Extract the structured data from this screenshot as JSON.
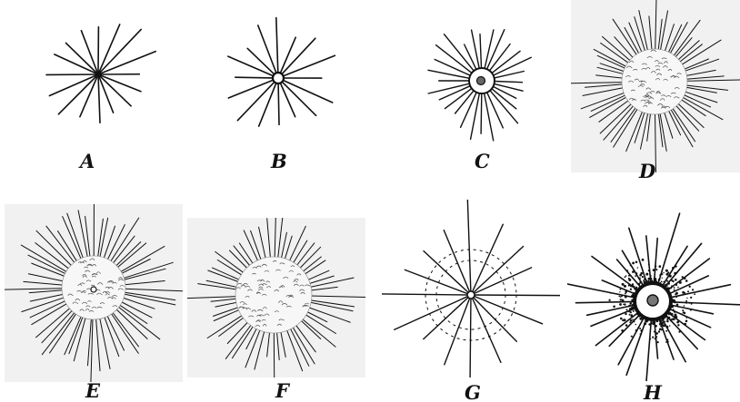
{
  "figure": {
    "panels": [
      {
        "label": "A",
        "style": "center-point",
        "ray_count": 16
      },
      {
        "label": "B",
        "style": "small-ring",
        "ray_count": 16
      },
      {
        "label": "C",
        "style": "open-ring-nucleus",
        "ray_count": 28
      },
      {
        "label": "D",
        "style": "granular-body",
        "ray_count": 60
      },
      {
        "label": "E",
        "style": "granular-body-nucleus",
        "ray_count": 56
      },
      {
        "label": "F",
        "style": "granular-body",
        "ray_count": 56
      },
      {
        "label": "G",
        "style": "dotted-circles",
        "ray_count": 16
      },
      {
        "label": "H",
        "style": "dense-ring-nucleus",
        "ray_count": 30
      }
    ],
    "colors": {
      "ink": "#111111",
      "paper": "#ffffff",
      "shaded_paper": "#f1f1f1"
    }
  }
}
